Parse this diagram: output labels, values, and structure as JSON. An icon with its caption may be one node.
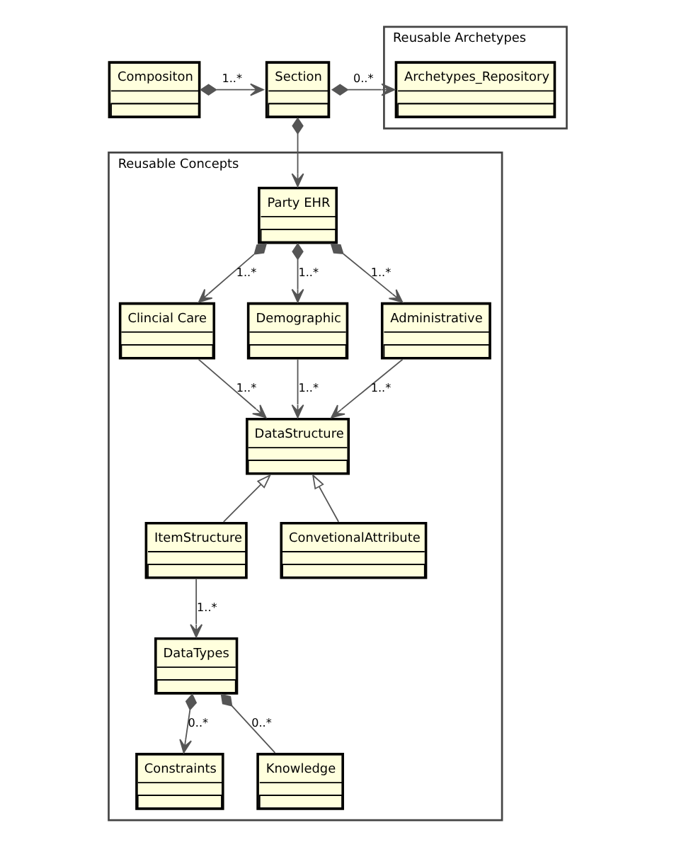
{
  "diagram": {
    "nodes": [
      {
        "text": [
          "Compositon"
        ]
      },
      {
        "text": [
          "Section"
        ]
      },
      {
        "text": [
          "Reusable Archetypes"
        ]
      },
      {
        "text": [
          "Archetypes_Repository"
        ],
        "in": 2
      },
      {
        "text": [
          "Reusable Concepts"
        ]
      },
      {
        "text": [
          "Party EHR"
        ],
        "in": 4
      },
      {
        "text": [
          "Clincial Care"
        ],
        "in": 4
      },
      {
        "text": [
          "Demographic"
        ],
        "in": 4
      },
      {
        "text": [
          "Administrative"
        ],
        "in": 4
      },
      {
        "text": [
          "DataStructure"
        ],
        "in": 4
      },
      {
        "text": [
          "ItemStructure"
        ],
        "in": 4
      },
      {
        "text": [
          "ConvetionalAttribute"
        ],
        "in": 4
      },
      {
        "text": [
          "DataTypes"
        ],
        "in": 4
      },
      {
        "text": [
          "Constraints"
        ],
        "in": 4
      },
      {
        "text": [
          "Knowledge"
        ],
        "in": 4
      }
    ],
    "edges": [
      {
        "from": 0,
        "to": 1,
        "arrow": "to",
        "label": "1..*"
      },
      {
        "from": 1,
        "to": 3,
        "arrow": "to",
        "label": "0..*"
      },
      {
        "from": 1,
        "to": 5,
        "arrow": "to"
      },
      {
        "from": 5,
        "to": 6,
        "arrow": "to",
        "label": "1..*"
      },
      {
        "from": 5,
        "to": 7,
        "arrow": "to",
        "label": "1..*"
      },
      {
        "from": 5,
        "to": 8,
        "arrow": "to",
        "label": "1..*"
      },
      {
        "from": 6,
        "to": 9,
        "arrow": "to",
        "label": "1..*"
      },
      {
        "from": 7,
        "to": 9,
        "arrow": "to",
        "label": "1..*"
      },
      {
        "from": 8,
        "to": 9,
        "arrow": "to",
        "label": "1..*"
      },
      {
        "from": 10,
        "to": 9,
        "arrow": "to"
      },
      {
        "from": 11,
        "to": 9,
        "arrow": "to"
      },
      {
        "from": 10,
        "to": 12,
        "arrow": "to",
        "label": "1..*"
      },
      {
        "from": 12,
        "to": 13,
        "arrow": "to",
        "label": "0..*"
      },
      {
        "from": 12,
        "to": 14,
        "arrow": "other",
        "label": "0..*"
      }
    ]
  }
}
